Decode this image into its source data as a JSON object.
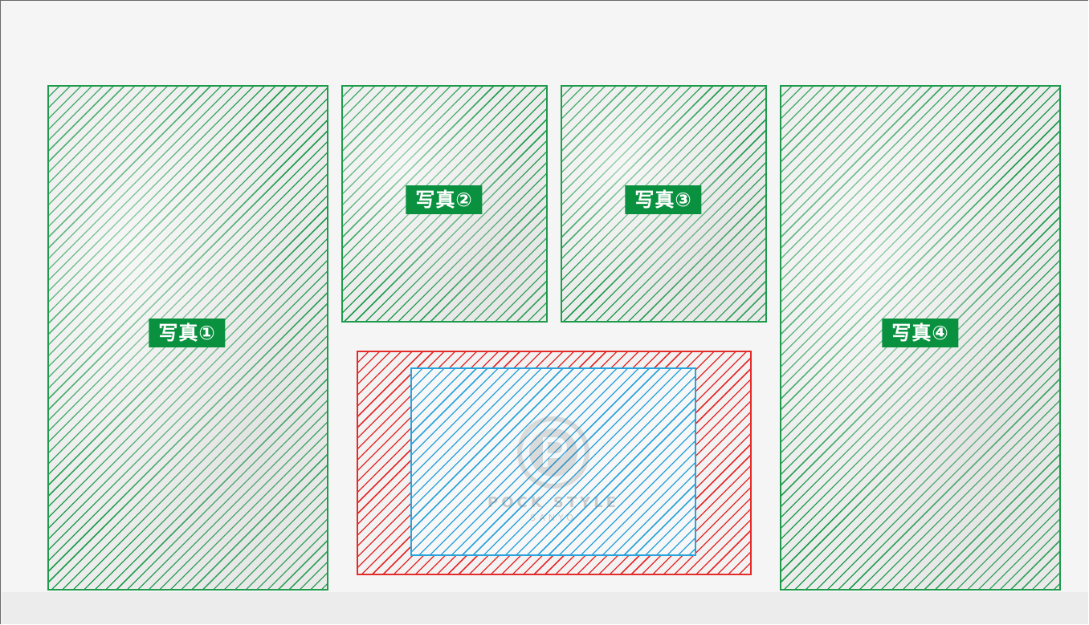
{
  "slots": {
    "photo1": {
      "label": "写真①"
    },
    "photo2": {
      "label": "写真②"
    },
    "photo3": {
      "label": "写真③"
    },
    "photo4": {
      "label": "写真④"
    }
  },
  "card_logo": {
    "line1": "POCK STYLE",
    "line2": "SANYO"
  },
  "colors": {
    "photo_slot": "#1e9b4c",
    "tag_background": "#0a9140",
    "card_area": "#e52a2a",
    "safe_area": "#2aa3dc"
  }
}
